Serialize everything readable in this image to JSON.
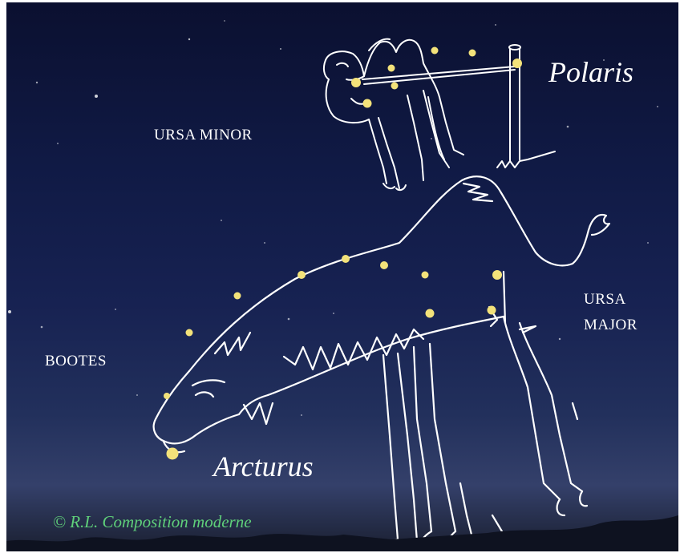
{
  "labels": {
    "ursa_minor": "URSA MINOR",
    "ursa_major_line1": "URSA",
    "ursa_major_line2": "MAJOR",
    "bootes": "BOOTES",
    "polaris": "Polaris",
    "arcturus": "Arcturus",
    "credit": "© R.L. Composition moderne"
  },
  "colors": {
    "sky_top": "#0b1030",
    "sky_bottom": "#34406a",
    "line_art": "#ffffff",
    "star_yellow": "#f3e27a",
    "credit_green": "#5fd07a"
  }
}
